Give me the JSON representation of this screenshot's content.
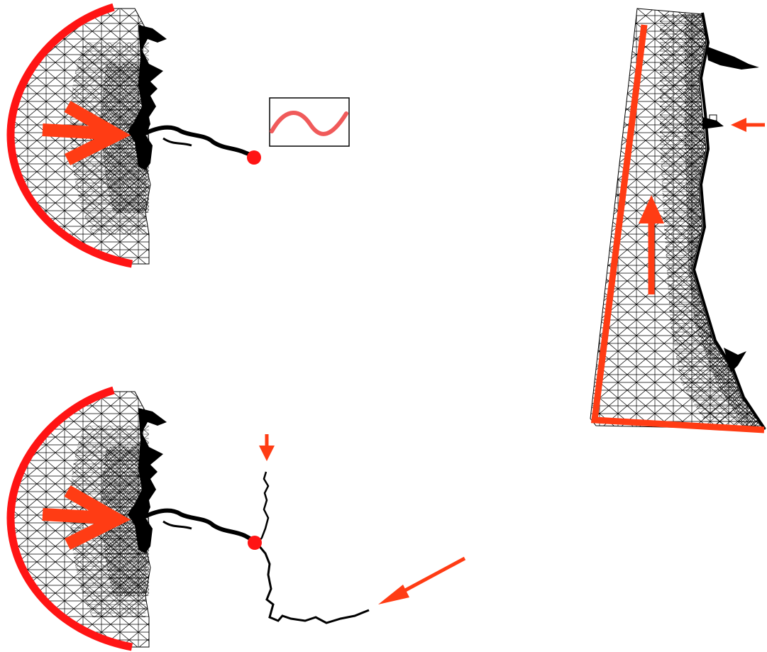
{
  "colors": {
    "boundary": "#ff1414",
    "arrow": "#ff3c14",
    "mesh": "#000000",
    "signal": "#f05a5a",
    "background": "#ffffff"
  },
  "panels": [
    {
      "id": "estuary-mesh-top",
      "features": [
        "open-ocean-boundary",
        "inflow-arrow",
        "river-end-point",
        "tidal-signal-inset"
      ]
    },
    {
      "id": "coastal-mesh-right",
      "features": [
        "offshore-boundary",
        "alongshore-arrow",
        "river-inflow-arrow"
      ]
    },
    {
      "id": "estuary-mesh-bottom",
      "features": [
        "open-ocean-boundary",
        "inflow-arrow",
        "river-junction-point",
        "upstream-arrow-north",
        "upstream-arrow-southeast"
      ]
    }
  ],
  "icons": [
    "sine-wave-icon",
    "arrow-icon",
    "mesh-icon"
  ]
}
